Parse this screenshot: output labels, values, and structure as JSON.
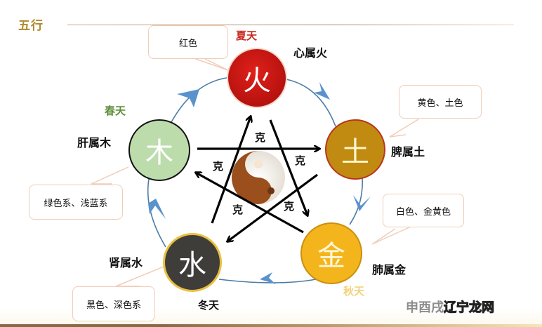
{
  "title": "五行",
  "elements": {
    "fire": {
      "glyph": "火",
      "organ": "心属火",
      "season": "夏天",
      "colors_label": "红色",
      "fill": "#c4120f",
      "season_color": "#c8281e"
    },
    "earth": {
      "glyph": "土",
      "organ": "脾属土",
      "season": "",
      "colors_label": "黄色、土色",
      "fill": "#c18b12"
    },
    "metal": {
      "glyph": "金",
      "organ": "肺属金",
      "season": "秋天",
      "colors_label": "白色、金黄色",
      "fill": "#f4b51c",
      "season_color": "#f2d37c"
    },
    "water": {
      "glyph": "水",
      "organ": "肾属水",
      "season": "冬天",
      "colors_label": "黑色、深色系",
      "fill": "#3f3d3a",
      "season_color": "#111111"
    },
    "wood": {
      "glyph": "木",
      "organ": "肝属木",
      "season": "春天",
      "colors_label": "绿色系、浅蓝系",
      "fill": "#bcdcac",
      "season_color": "#5e8f3a"
    }
  },
  "generating_cycle": {
    "arrow_color": "#4f86c0",
    "order": [
      "木",
      "火",
      "土",
      "金",
      "水"
    ]
  },
  "controlling_cycle": {
    "label": "克",
    "labels": [
      "克",
      "克",
      "克",
      "克",
      "克"
    ],
    "relations": [
      {
        "from": "木",
        "to": "土"
      },
      {
        "from": "火",
        "to": "金"
      },
      {
        "from": "土",
        "to": "水"
      },
      {
        "from": "金",
        "to": "木"
      },
      {
        "from": "水",
        "to": "火"
      }
    ]
  },
  "center": {
    "icon": "yin-yang"
  },
  "watermark": {
    "part1": "申酉戌",
    "part2": "辽宁",
    "part3": "龙网"
  }
}
